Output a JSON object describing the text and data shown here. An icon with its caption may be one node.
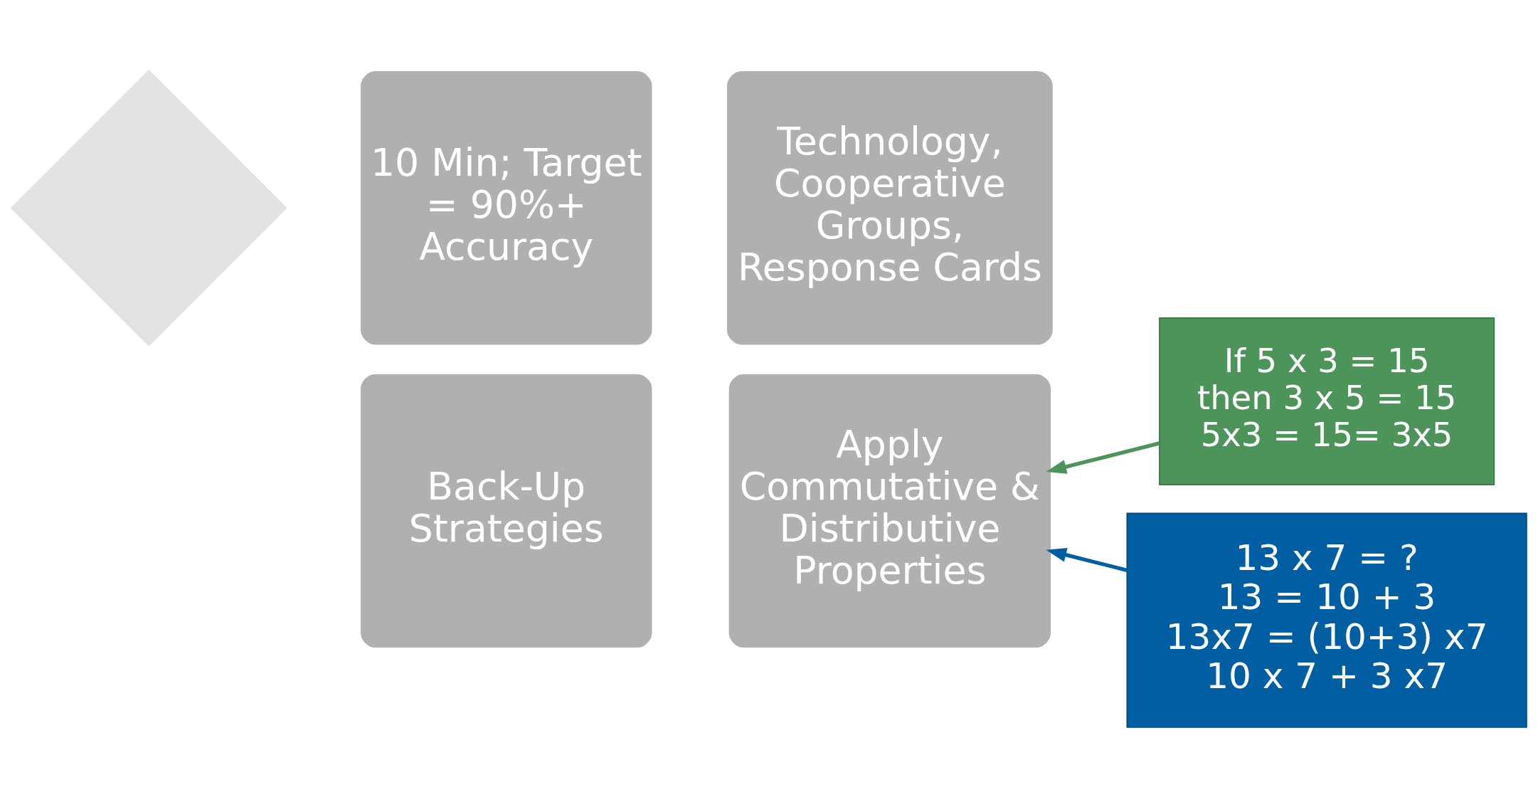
{
  "diagram": {
    "nodes": [
      {
        "text": [],
        "shape": "diamond"
      },
      {
        "text": [
          "10 Min; Target = 90%+ Accuracy"
        ]
      },
      {
        "text": [
          "Technology, Cooperative Groups, Response Cards"
        ]
      },
      {
        "text": [
          "Back-Up Strategies"
        ]
      },
      {
        "text": [
          "Apply Commutative & Distributive Properties"
        ]
      },
      {
        "text": [
          "If 5 x 3 = 15",
          "then 3 x 5 = 15",
          "5x3 = 15= 3x5"
        ]
      },
      {
        "text": [
          "13 x 7 = ?",
          "13 = 10 + 3",
          "13x7 = (10+3) x7",
          "10 x 7 + 3 x7"
        ]
      }
    ],
    "edges": [
      {
        "from": 5,
        "to": 4,
        "arrow": "to",
        "color": "#4c945a"
      },
      {
        "from": 6,
        "to": 4,
        "arrow": "to",
        "color": "#005ea2"
      }
    ]
  }
}
